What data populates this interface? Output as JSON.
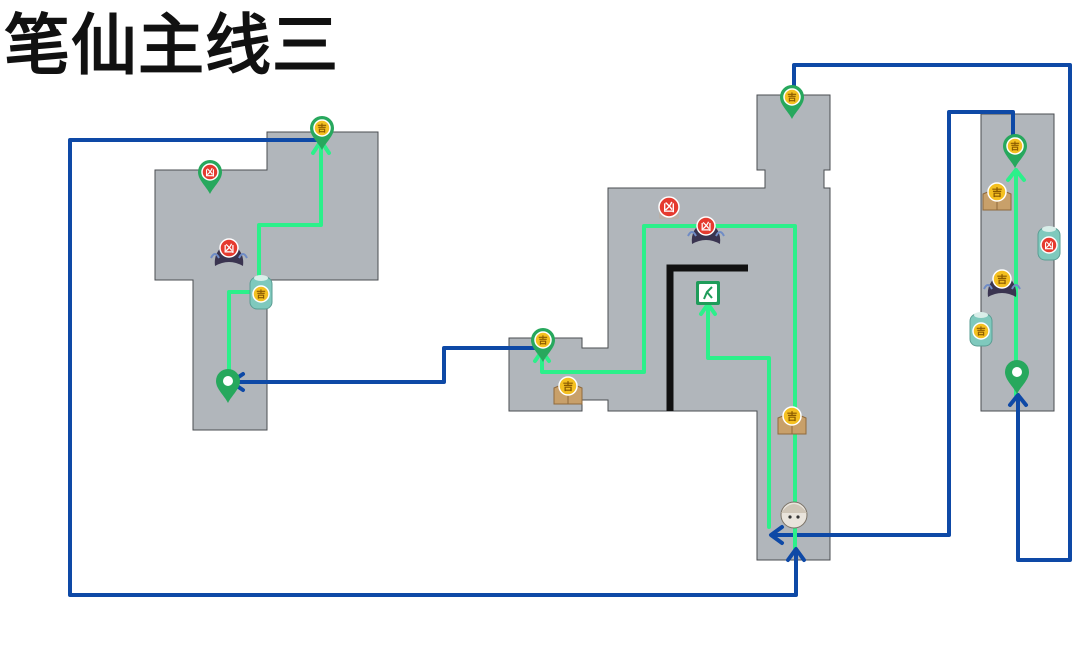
{
  "title": "笔仙主线三",
  "colors": {
    "room_fill": "#b1b6bb",
    "room_stroke": "#4a4d52",
    "route_green": "#2cf08a",
    "route_blue": "#0e49a6",
    "wall": "#111111",
    "pin_green": "#27a85d",
    "token_red": "#e53a2f",
    "token_gold": "#f4c020",
    "token_white": "#ffffff",
    "box_tan": "#c8a06a",
    "jar_teal": "#7fc9bd",
    "exit_sign": "#1f9c5a",
    "ghost_dark": "#3a3450",
    "ghost_blue": "#6f8cc6"
  },
  "markers": {
    "bad_glyph": "凶",
    "good_glyph": "吉",
    "rooms": [
      {
        "name": "left-room"
      },
      {
        "name": "center-hall"
      },
      {
        "name": "right-corridor"
      }
    ],
    "icons": [
      {
        "kind": "map-pin",
        "variant": "good"
      },
      {
        "kind": "map-pin",
        "variant": "bad"
      },
      {
        "kind": "map-pin",
        "variant": "plain"
      },
      {
        "kind": "map-pin",
        "variant": "good"
      },
      {
        "kind": "map-pin",
        "variant": "good"
      },
      {
        "kind": "map-pin",
        "variant": "good"
      },
      {
        "kind": "map-pin",
        "variant": "plain"
      },
      {
        "kind": "jar",
        "variant": "good"
      },
      {
        "kind": "jar",
        "variant": "bad"
      },
      {
        "kind": "jar",
        "variant": "good"
      },
      {
        "kind": "treasure-box",
        "variant": "good"
      },
      {
        "kind": "treasure-box",
        "variant": "good"
      },
      {
        "kind": "treasure-box",
        "variant": "good"
      },
      {
        "kind": "ghost-enemy",
        "variant": "bad"
      },
      {
        "kind": "ghost-enemy",
        "variant": "bad"
      },
      {
        "kind": "ghost-enemy",
        "variant": "good"
      },
      {
        "kind": "bad-token",
        "variant": "bad"
      },
      {
        "kind": "exit-sign",
        "variant": "plain"
      },
      {
        "kind": "player-avatar",
        "variant": "plain"
      }
    ]
  }
}
